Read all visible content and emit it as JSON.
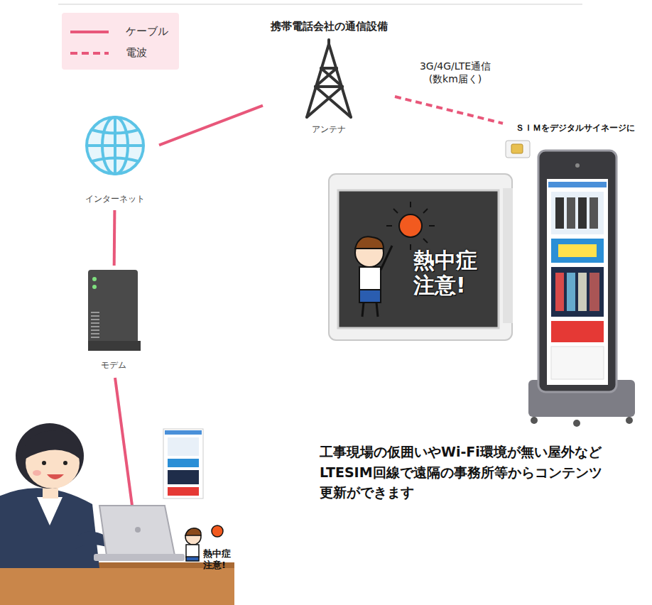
{
  "diagram": {
    "nodes": [
      {
        "text": [
          "携帯電話会社の通信設備",
          "アンテナ"
        ]
      },
      {
        "text": [
          "インターネット"
        ]
      },
      {
        "text": [
          "モデム"
        ]
      },
      {
        "text": [
          "ＳＩＭをデジタルサイネージに"
        ]
      }
    ],
    "edges": [
      {
        "from": 0,
        "to": 1,
        "arrow": "none"
      },
      {
        "from": 1,
        "to": 2,
        "arrow": "none"
      },
      {
        "from": 0,
        "to": 3,
        "label": "3G/4G/LTE通信 (数km届く)",
        "arrow": "none"
      }
    ],
    "labels": [
      "工事現場の仮囲いやWi-Fi環境が無い屋外など LTESIM回線で遠隔の事務所等からコンテンツ 更新ができます",
      "熱中症 注意!",
      "熱中症 注意!"
    ],
    "legend": [
      {
        "text": "ケーブル"
      },
      {
        "text": "電波"
      }
    ]
  }
}
